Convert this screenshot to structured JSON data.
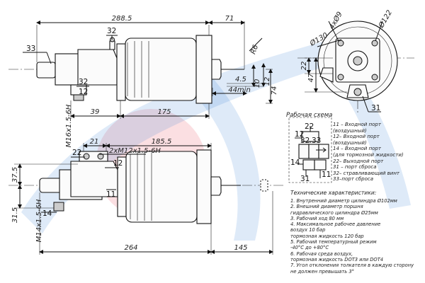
{
  "dimensions": {
    "top_length": "288.5",
    "top_71": "71",
    "top_r6": "R6",
    "top_4_5": "4.5",
    "top_10": "10",
    "top_12": "12",
    "top_44min": "44min",
    "top_39": "39",
    "top_175": "175",
    "top_m16": "M16x1.5-6H",
    "top_74": "74",
    "end_4holes": "4xØ9",
    "end_122": "Ø122",
    "end_130": "Ø130",
    "end_22": "22",
    "end_47": "47",
    "bot_21": "21",
    "bot_185_5": "185.5",
    "bot_2xm12": "2xM12x1.5-6H",
    "bot_37_5": "37.5",
    "bot_31_5": "31.5",
    "bot_m14": "M14x1.5-6H",
    "bot_264": "264",
    "bot_145": "145"
  },
  "callouts": {
    "c33": "33",
    "c32_top": "32",
    "c32_side": "32",
    "c12_top": "12",
    "c31_end": "31",
    "c22_bot": "22",
    "c12_bot": "12",
    "c14_bot": "14",
    "c11_bot": "11"
  },
  "scheme": {
    "title": "Рабочая схема",
    "port_22": "22",
    "port_12": "12",
    "port_32": "32",
    "port_33": "33",
    "port_14": "14",
    "port_11": "11",
    "port_31": "31"
  },
  "legend": [
    "11 – Входной порт",
    "(воздушный)",
    "12– Входной порт",
    "(воздушный)",
    "14 – Входной порт",
    "(для тормозной жидкости)",
    "22– Выходной порт",
    "31 – порт сброса",
    "32– стравливающий винт",
    "33–порт сброса"
  ],
  "spec_title": "Технические характеристики:",
  "spec": [
    "1. Внутренний диаметр цилиндра  Ø102мм",
    "2. Внешний диаметр поршня",
    "гидравлического цилиндра  Ø25мм",
    "3. Рабочий ход  80 мм",
    "4. Максимальное рабочее давление",
    "воздух  10 бар",
    "тормозная жидкость  120 бар",
    "5. Рабочий температурный режим",
    "-40°С до +80°С",
    "6. Рабочая среда  воздух,",
    "тормозная жидкость DOT3 или DOT4",
    "7. Угол отклонения толкателя в каждую сторону",
    "не должен превышать  3°"
  ]
}
